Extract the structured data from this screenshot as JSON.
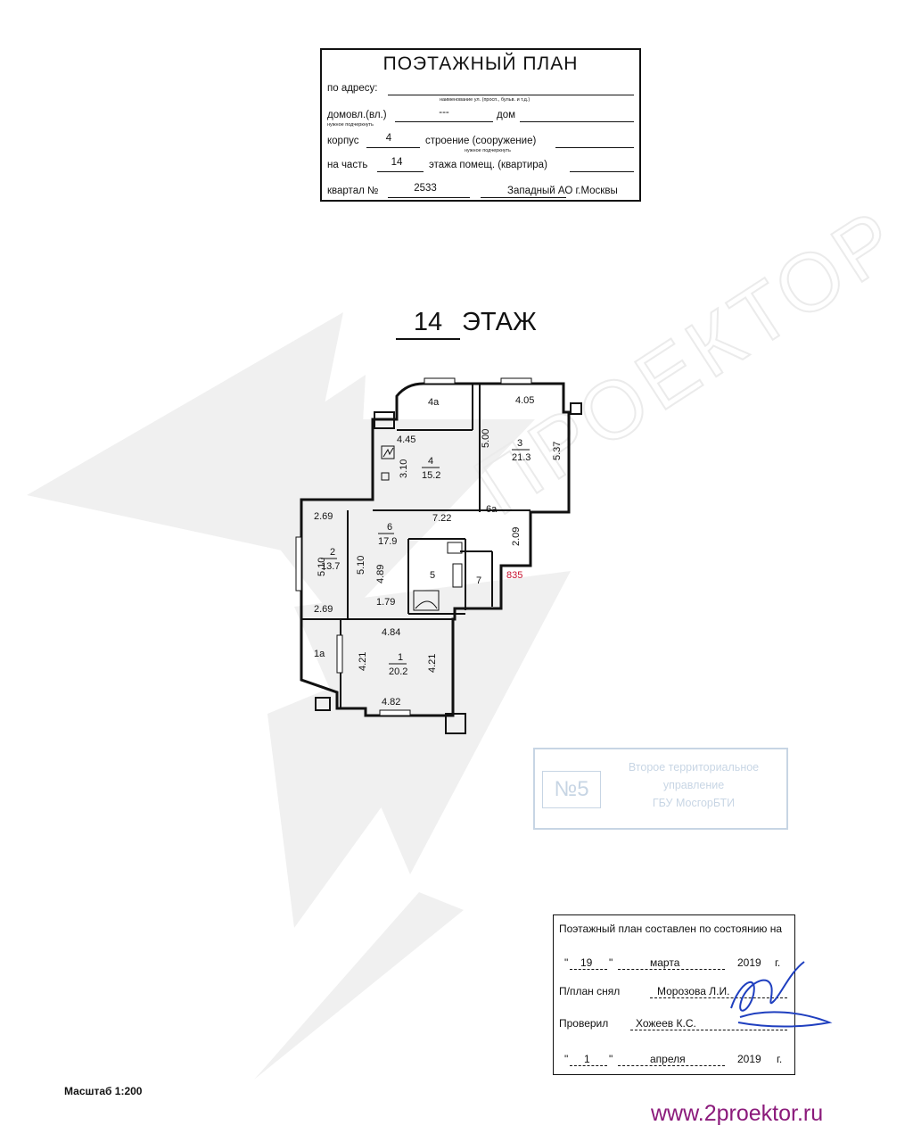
{
  "header": {
    "title": "ПОЭТАЖНЫЙ ПЛАН",
    "address_label": "по адресу:",
    "address_hint": "наименование ул. (просп., бульв. и т.д.)",
    "domovl_label": "домовл.(вл.)",
    "domovl_value": "---",
    "dom_label": "дом",
    "underline_hint": "нужное подчеркнуть",
    "korpus_label": "корпус",
    "korpus_value": "4",
    "stroenie_label": "строение (сооружение)",
    "chast_label": "на часть",
    "chast_value": "14",
    "etazha_label": "этажа помещ. (квартира)",
    "kvartal_label": "квартал №",
    "kvartal_value": "2533",
    "district": "Западный АО г.Москвы"
  },
  "floor": {
    "number": "14",
    "word": "ЭТАЖ"
  },
  "plan": {
    "rooms": [
      {
        "id": "1",
        "area": "20.2"
      },
      {
        "id": "2",
        "area": "13.7"
      },
      {
        "id": "3",
        "area": "21.3"
      },
      {
        "id": "4",
        "area": "15.2"
      },
      {
        "id": "6",
        "area": "17.9"
      }
    ],
    "labels": {
      "r4a": "4а",
      "r6a": "6а",
      "r1a": "1а",
      "r5": "5",
      "r7": "7",
      "d405": "4.05",
      "d445": "4.45",
      "d500": "5.00",
      "d537": "5.37",
      "d310": "3.10",
      "d722": "7.22",
      "d209": "2.09",
      "d835": "835",
      "d269a": "2.69",
      "d269b": "2.69",
      "d510a": "5.10",
      "d510b": "5.10",
      "d489": "4.89",
      "d179": "1.79",
      "d484": "4.84",
      "d421a": "4.21",
      "d421b": "4.21",
      "d482": "4.82"
    }
  },
  "stamp": {
    "number": "№5",
    "line1": "Второе территориальное",
    "line2": "управление",
    "line3": "ГБУ МосгорБТИ"
  },
  "footer": {
    "line1": "Поэтажный план составлен по состоянию на",
    "day": "19",
    "month": "марта",
    "year": "2019",
    "year_suffix": "г.",
    "sniyal_label": "П/план снял",
    "sniyal_name": "Морозова Л.И.",
    "proveril_label": "Проверил",
    "proveril_name": "Хожеев К.С.",
    "day2": "1",
    "month2": "апреля",
    "year2": "2019",
    "year2_suffix": "г."
  },
  "scale": "Масштаб 1:200",
  "website": "www.2proektor.ru",
  "watermark_text": "ПРОЕКТОР",
  "colors": {
    "accent_red": "#c8102e",
    "stamp_blue": "#4a77a8",
    "website_purple": "#8b1a7b",
    "signature_blue": "#1f3fbf"
  }
}
